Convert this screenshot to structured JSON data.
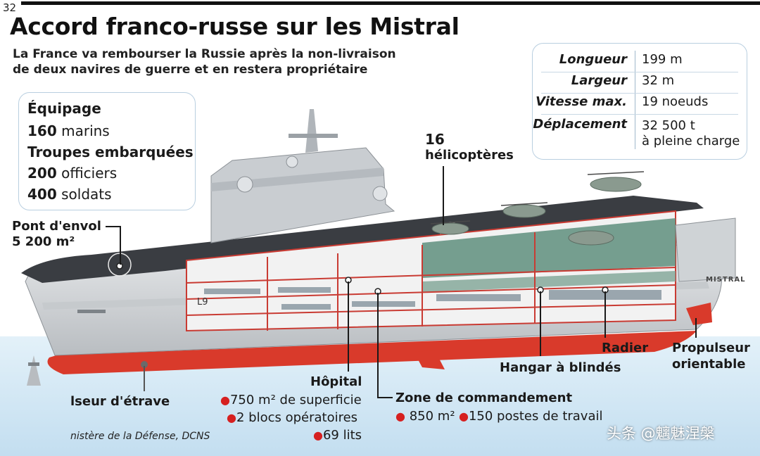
{
  "page_number": "32",
  "title": "Accord franco-russe sur les Mistral",
  "subtitle_line1": "La France va rembourser la Russie après la non-livraison",
  "subtitle_line2": "de deux navires de guerre et en restera propriétaire",
  "crew": {
    "heading": "Équipage",
    "marins_num": "160",
    "marins_text": " marins",
    "troupes": "Troupes embarquées",
    "officiers_num": "200",
    "officiers_text": " officiers",
    "soldats_num": "400",
    "soldats_text": " soldats"
  },
  "specs": [
    {
      "label": "Longueur",
      "value": "199 m"
    },
    {
      "label": "Largeur",
      "value": "32 m"
    },
    {
      "label": "Vitesse max.",
      "value": "19 noeuds"
    },
    {
      "label": "Déplacement",
      "value": "32 500 t",
      "value2": "à pleine charge"
    }
  ],
  "helicopters": {
    "num": "16",
    "text": "hélicoptères"
  },
  "flight_deck": {
    "label": "Pont d'envol",
    "area": "5 200 m²"
  },
  "hospital": {
    "label": "Hôpital",
    "items": [
      "750 m² de superficie",
      "2 blocs opératoires",
      "69 lits"
    ]
  },
  "command": {
    "label": "Zone de commandement",
    "items": [
      "850 m²",
      "150 postes de travail"
    ]
  },
  "hangar": "Hangar à blindés",
  "radier": "Radier",
  "propulseur": {
    "line1": "Propulseur",
    "line2": "orientable"
  },
  "bow_thruster": "lseur d'étrave",
  "hull_code": "L9",
  "ship_name": "MISTRAL",
  "source": "nistère de la Défense, DCNS",
  "watermark": "头条 @魑魅涅槃",
  "colors": {
    "sea": "#d4e9f5",
    "hull": "#d7d9db",
    "keel_red": "#d93a2b",
    "accent_red": "#d62020",
    "deck": "#3a3d42",
    "hangar_green": "#5f8f7e",
    "box_border": "#b9cfe0"
  }
}
